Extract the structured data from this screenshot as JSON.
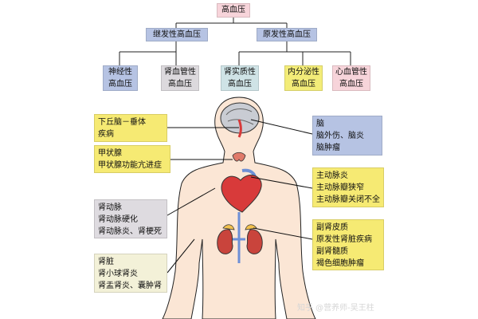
{
  "root": {
    "label": "高血压"
  },
  "level1": [
    {
      "label": "继发性高血压"
    },
    {
      "label": "原发性高血压"
    }
  ],
  "level2": [
    {
      "label": "神经性\n高血压"
    },
    {
      "label": "肾血管性\n高血压"
    },
    {
      "label": "肾实质性\n高血压"
    },
    {
      "label": "内分泌性\n高血压"
    },
    {
      "label": "心血管性\n高血压"
    }
  ],
  "labels": {
    "hypothalamus": "下丘脑－垂体\n疾病",
    "thyroid": "甲状腺\n甲状腺功能亢进症",
    "renal_artery": "肾动脉\n肾动脉硬化\n肾动脉炎、肾梗死",
    "kidney": "肾脏\n肾小球肾炎\n肾盂肾炎、囊肿肾",
    "brain": "脑\n脑外伤、脑炎\n脑肿瘤",
    "aorta": "主动脉炎\n主动脉瓣狭窄\n主动脉瓣关闭不全",
    "adrenal": "副肾皮质\n原发性肾脏疾病\n副肾髓质\n褐色细胞肿瘤"
  },
  "watermark": "知乎 @营养师-吴王柱",
  "colors": {
    "root": "#f7d4da",
    "level1": "#b6c3e3",
    "neuro": "#b6c3e3",
    "renal_vascular": "#dcd9dd",
    "renal_parenchyma": "#cfe3e6",
    "endocrine": "#f3ec78",
    "cardio": "#f7d4da",
    "label_yellow": "#f6ea73",
    "label_gray": "#dedbe0",
    "label_blue": "#b6c3e3",
    "label_cream": "#f3f1d8",
    "skin": "#fbe6d5",
    "heart": "#d83a3a",
    "kidney": "#c9443c",
    "vessel": "#6d8fd6"
  }
}
